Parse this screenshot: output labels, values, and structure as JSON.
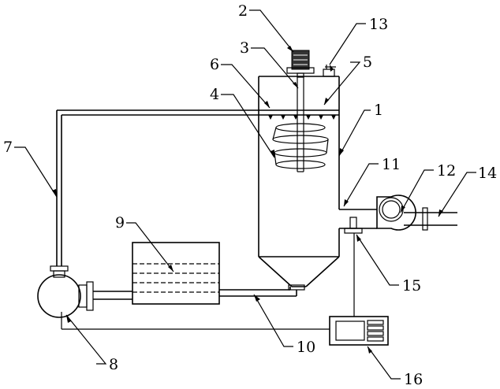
{
  "labels": {
    "l1": "1",
    "l2": "2",
    "l3": "3",
    "l4": "4",
    "l5": "5",
    "l6": "6",
    "l7": "7",
    "l8": "8",
    "l9": "9",
    "l10": "10",
    "l11": "11",
    "l12": "12",
    "l13": "13",
    "l14": "14",
    "l15": "15",
    "l16": "16"
  },
  "colors": {
    "line": "#000000",
    "background": "#ffffff",
    "motor": "#333333"
  }
}
